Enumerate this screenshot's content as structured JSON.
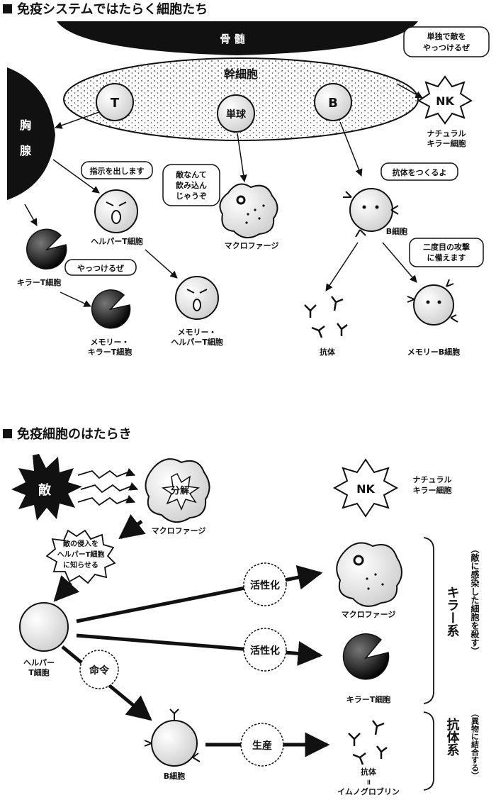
{
  "section1": {
    "title": "免疫システムではたらく細胞たち",
    "bone_marrow": "骨 髄",
    "stem_cell": "幹細胞",
    "thymus_1": "胸",
    "thymus_2": "腺",
    "cell_t": "T",
    "cell_mono": "単球",
    "cell_b": "B",
    "nk_label": "NK",
    "nk_name_1": "ナチュラル",
    "nk_name_2": "キラー細胞",
    "nk_speech_1": "単独で敵を",
    "nk_speech_2": "やっつけるぜ",
    "helper_speech": "指示を出します",
    "macro_speech_1": "敵なんて",
    "macro_speech_2": "飲み込ん",
    "macro_speech_3": "じゃうぞ",
    "b_speech": "抗体をつくるよ",
    "helper_name": "ヘルパーT細胞",
    "macro_name": "マクロファージ",
    "b_name": "B細胞",
    "killer_name": "キラーT細胞",
    "killer_speech": "やっつけるぜ",
    "mem_b_speech_1": "二度目の攻撃",
    "mem_b_speech_2": "に備えます",
    "mem_killer_1": "メモリー・",
    "mem_killer_2": "キラーT細胞",
    "mem_helper_1": "メモリー・",
    "mem_helper_2": "ヘルパーT細胞",
    "antibody": "抗体",
    "mem_b_name": "メモリーB細胞"
  },
  "section2": {
    "title": "免疫細胞のはたらき",
    "enemy": "敵",
    "decompose": "分解",
    "macro_name": "マクロファージ",
    "nk_label": "NK",
    "nk_name_1": "ナチュラル",
    "nk_name_2": "キラー細胞",
    "notify_1": "敵の侵入を",
    "notify_2": "ヘルパーT細胞",
    "notify_3": "に知らせる",
    "activate_1": "活性化",
    "activate_2": "活性化",
    "helper_1": "ヘルパー",
    "helper_2": "T細胞",
    "command": "命令",
    "macro_name_2": "マクロファージ",
    "killer_name": "キラーT細胞",
    "b_name": "B細胞",
    "produce": "生産",
    "antibody_1": "抗体",
    "antibody_eq": "॥",
    "antibody_2": "イムノグロブリン",
    "killer_system": "キラー系",
    "killer_note": "（敵に感染した細胞を殺す）",
    "antibody_system": "抗体系",
    "antibody_note": "（異物に結合する）"
  }
}
